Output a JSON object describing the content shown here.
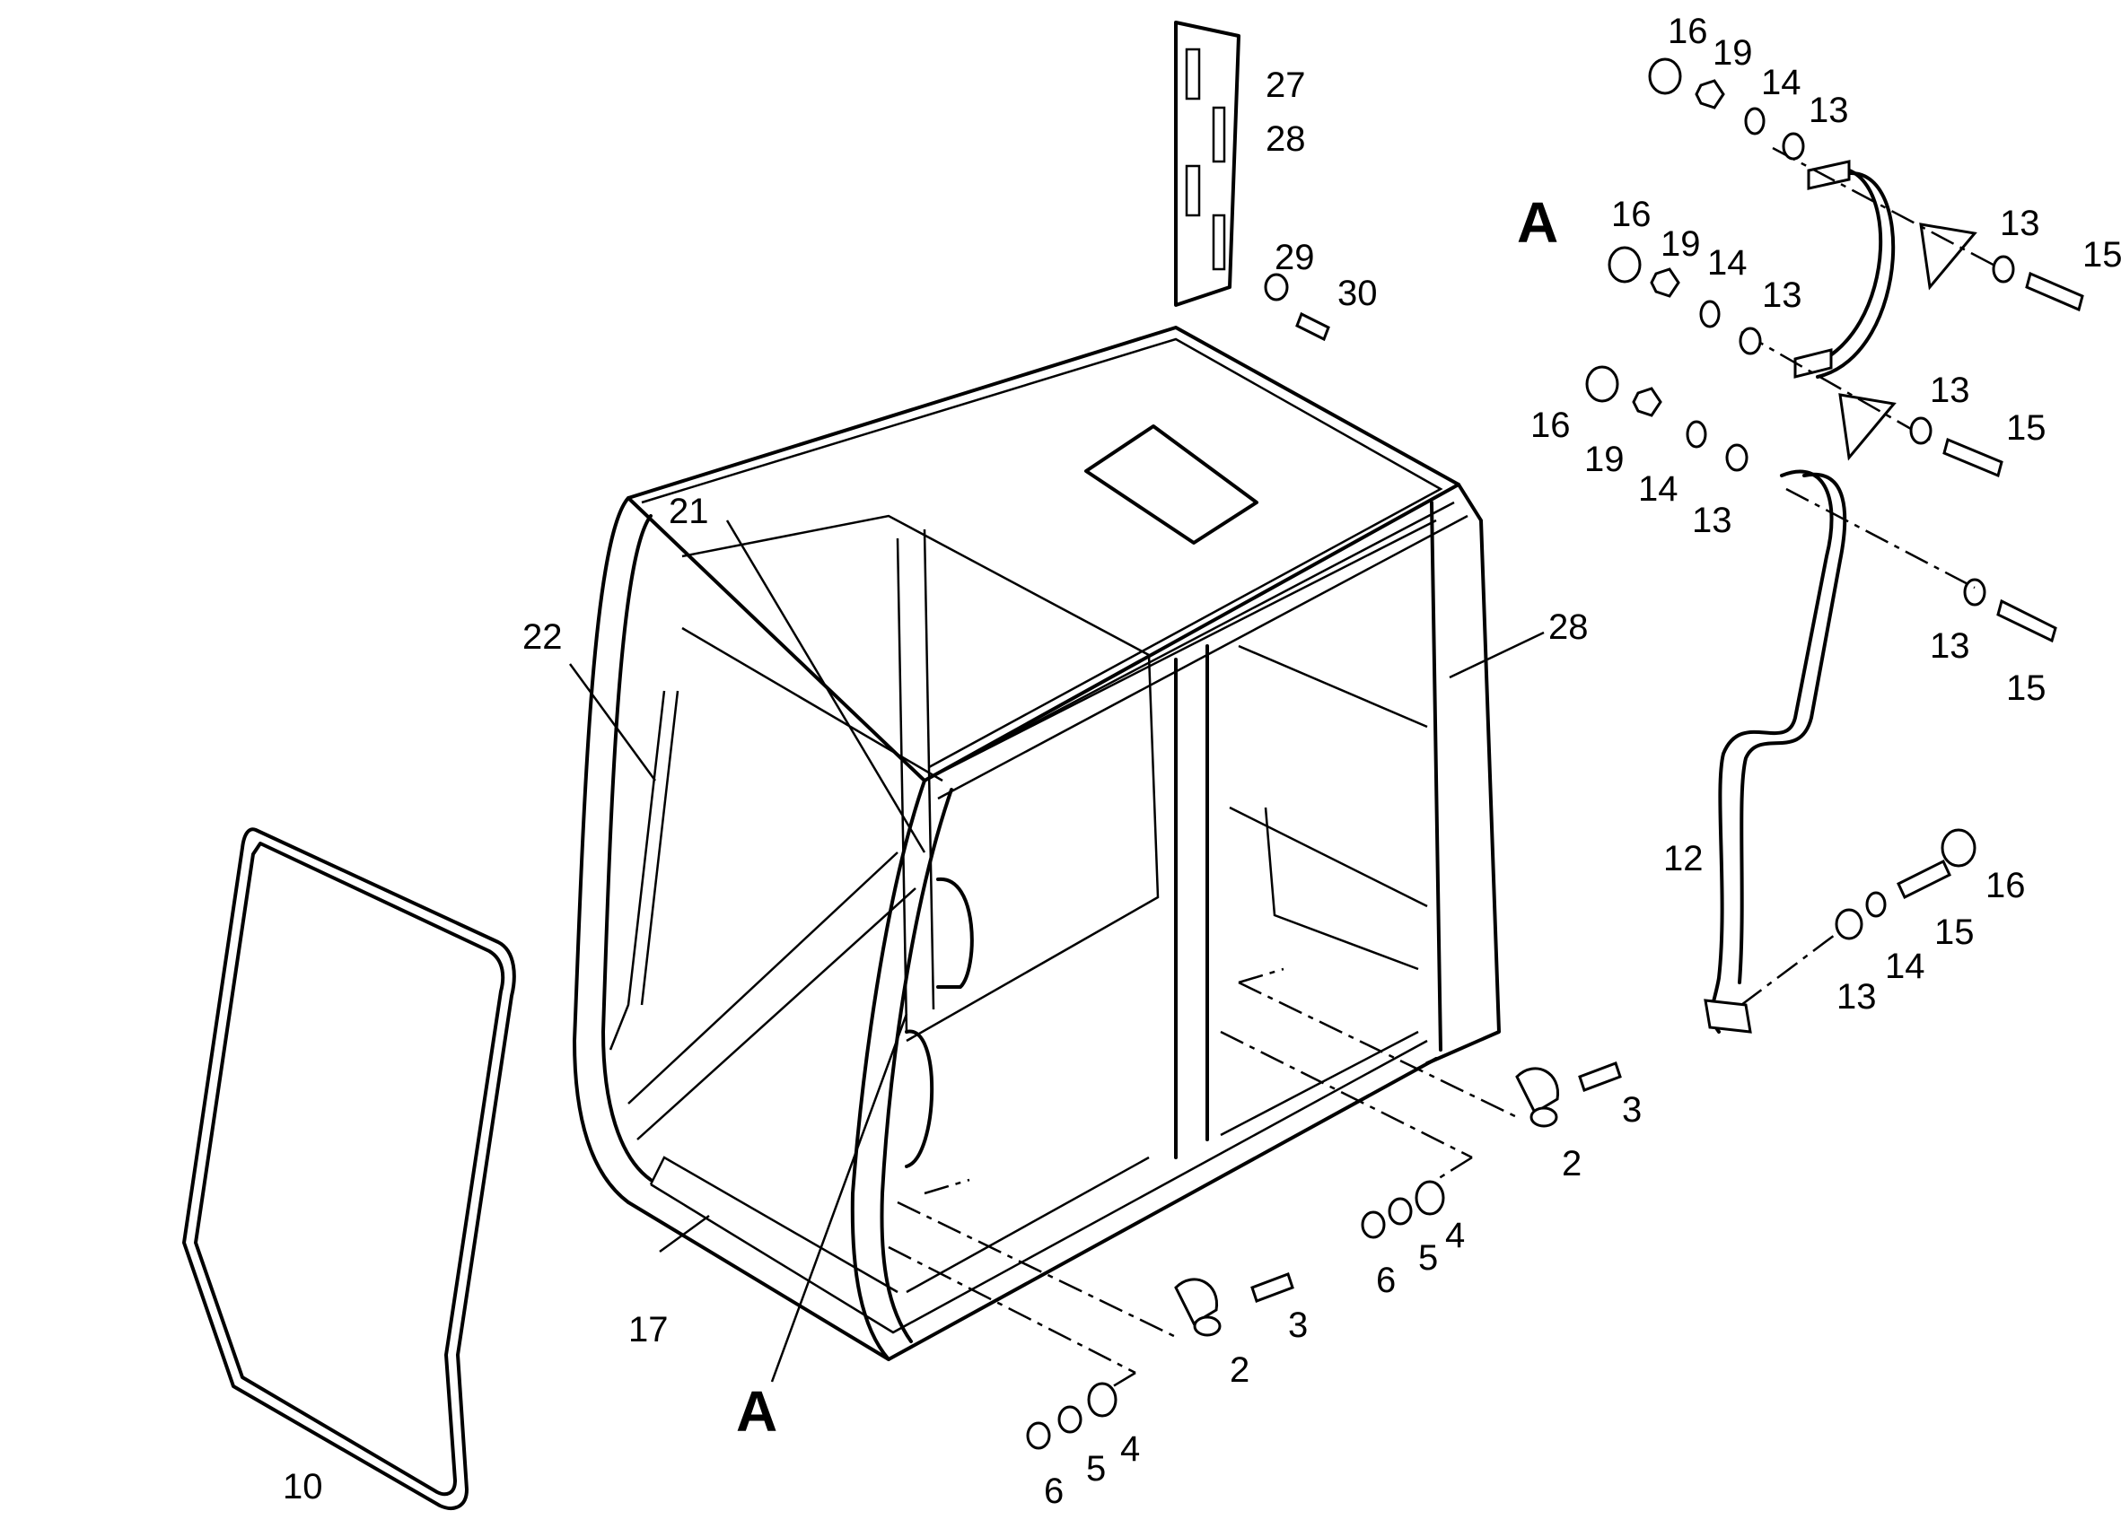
{
  "callouts": {
    "c1": "16",
    "c2": "19",
    "c3": "14",
    "c4": "13",
    "c5": "27",
    "c6": "28",
    "c7": "A",
    "c8": "16",
    "c9": "19",
    "c10": "14",
    "c11": "13",
    "c12": "13",
    "c13": "15",
    "c14": "29",
    "c15": "30",
    "c16": "13",
    "c17": "15",
    "c18": "16",
    "c19": "19",
    "c20": "14",
    "c21": "13",
    "c22": "21",
    "c23": "28",
    "c24": "22",
    "c25": "13",
    "c26": "15",
    "c27": "12",
    "c28": "16",
    "c29": "15",
    "c30": "14",
    "c31": "13",
    "c32": "3",
    "c33": "2",
    "c34": "4",
    "c35": "5",
    "c36": "6",
    "c37": "3",
    "c38": "17",
    "c39": "2",
    "c40": "A",
    "c41": "4",
    "c42": "5",
    "c43": "6",
    "c44": "10"
  }
}
